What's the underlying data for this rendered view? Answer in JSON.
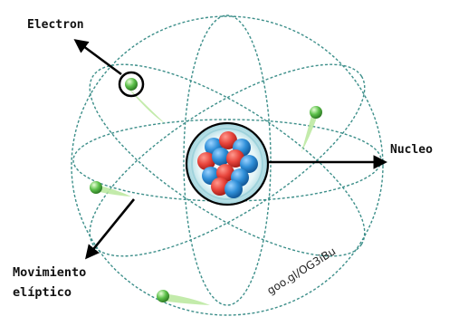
{
  "labels": {
    "electron": "Electron",
    "nucleo": "Nucleo",
    "movimiento_line1": "Movimiento",
    "movimiento_line2": "elíptico"
  },
  "watermark": "goo.gl/OG3iBu",
  "colors": {
    "orbit": "#3d8f8a",
    "electron": "#5cc04a",
    "electron_trail": "#b9e79c",
    "proton": "#e8453c",
    "neutron": "#2f8fd8",
    "nucleus_ring": "#9fd3dc",
    "arrow": "#000000"
  },
  "icons": {
    "electron_highlight": "circle-outline",
    "nucleus": "atom-cluster"
  }
}
